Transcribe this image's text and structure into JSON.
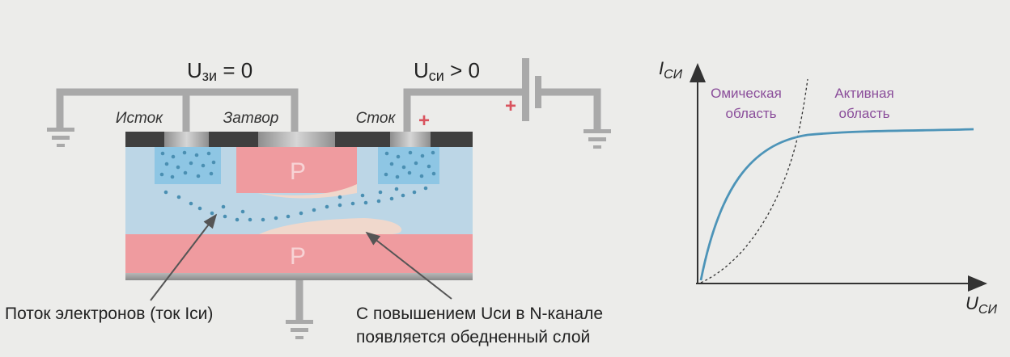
{
  "gate_voltage": {
    "main": "U",
    "sub": "зи",
    "rest": " = 0"
  },
  "drain_voltage": {
    "main": "U",
    "sub": "си",
    "rest": " > 0"
  },
  "terminals": {
    "source": "Исток",
    "gate": "Затвор",
    "drain": "Сток"
  },
  "plus_sign": "+",
  "region_letter": "P",
  "annotations": {
    "electron_flow": "Поток электронов (ток Iси)",
    "depletion_line1": "С повышением Uси в N-канале",
    "depletion_line2": "появляется обедненный слой"
  },
  "graph": {
    "y_axis": {
      "main": "I",
      "sub": "СИ"
    },
    "x_axis": {
      "main": "U",
      "sub": "СИ"
    },
    "ohmic_line1": "Омическая",
    "ohmic_line2": "область",
    "active_line1": "Активная",
    "active_line2": "область"
  },
  "colors": {
    "background": "#ececea",
    "wire": "#a9a9a9",
    "channel": "#bcd6e6",
    "p_region": "#ef9b9f",
    "n_region": "#8ec6e4",
    "depletion": "#f0d8cc",
    "electron_dot": "#4a8fb2",
    "contact_dark": "#3f3f3f",
    "plus": "#d9535e",
    "curve": "#4d94b8",
    "region_text": "#8a4d9a"
  }
}
